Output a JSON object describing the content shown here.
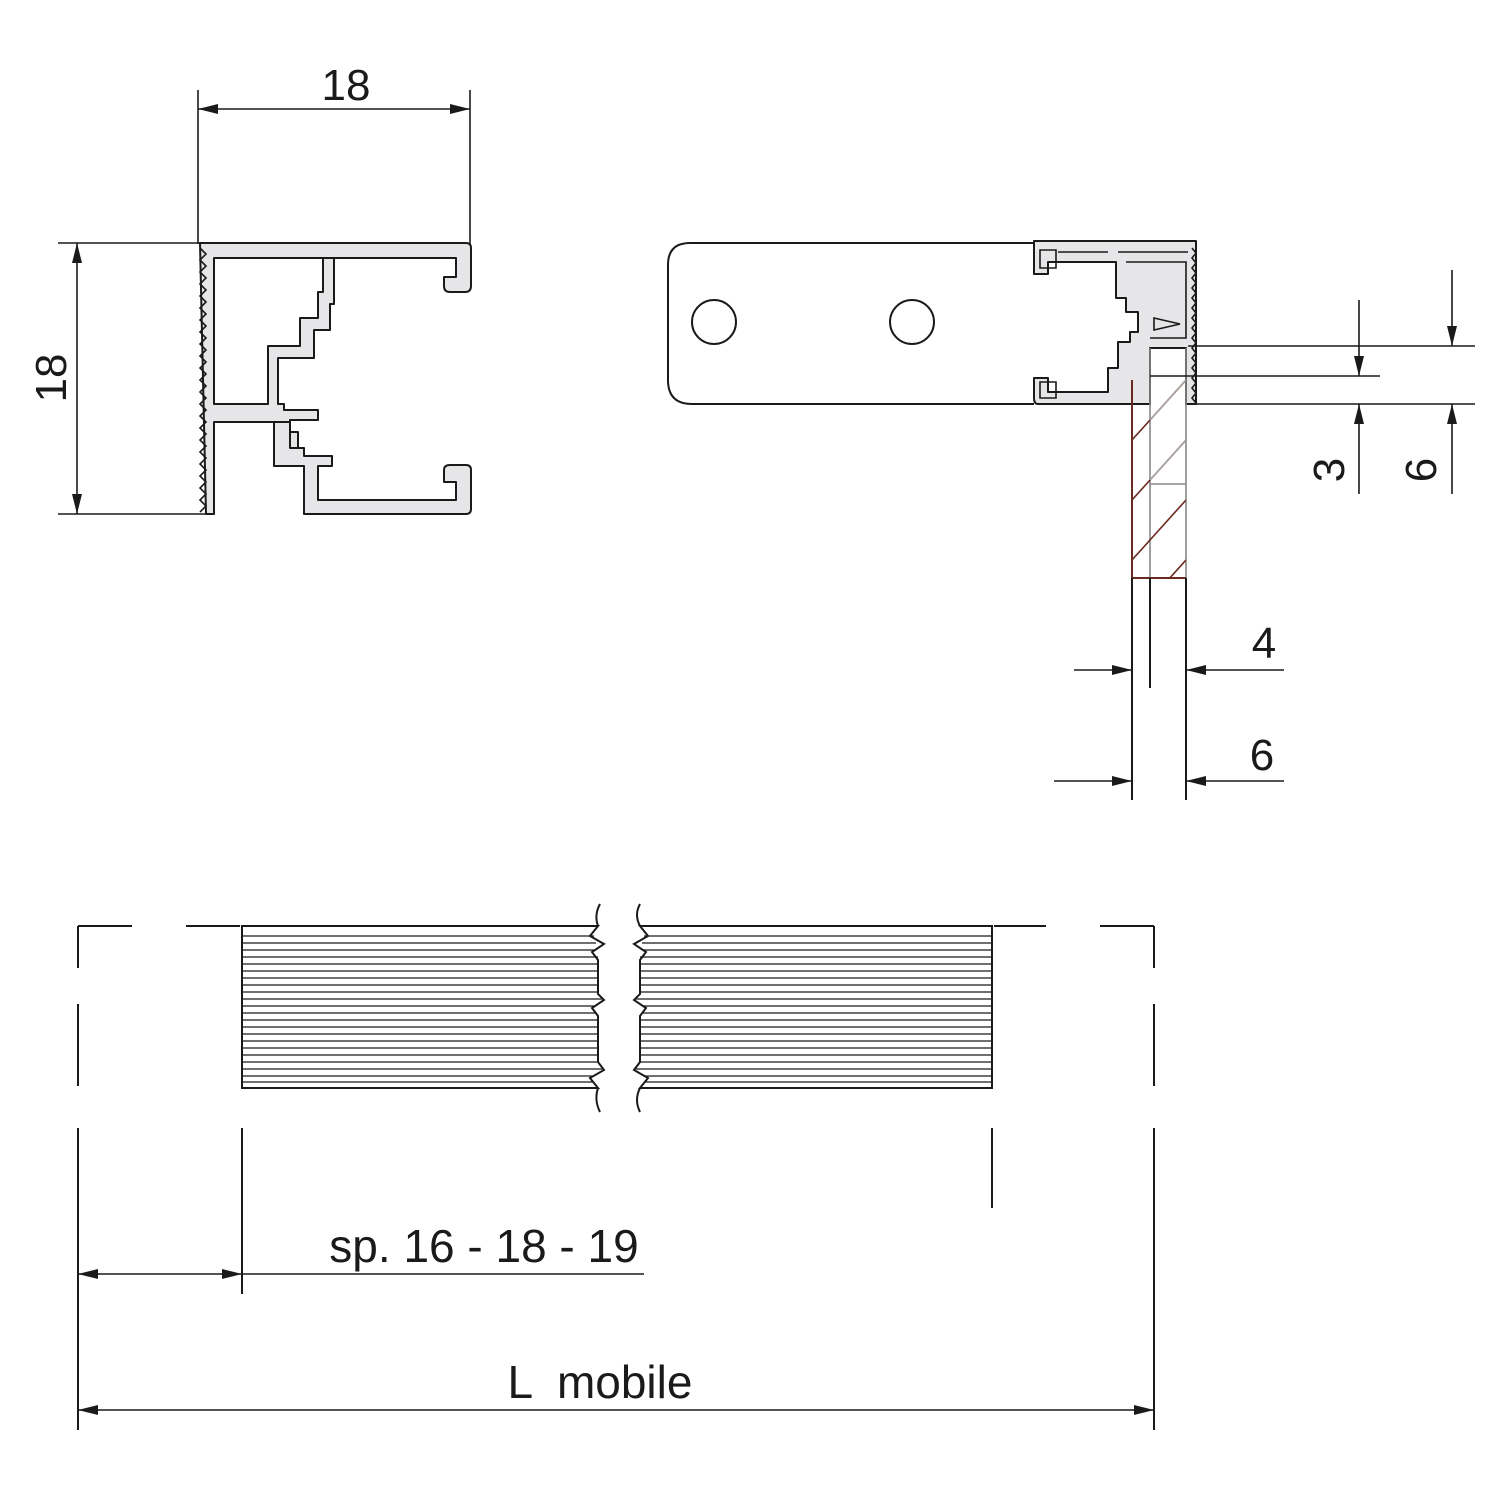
{
  "profile_section": {
    "width_dim": "18",
    "height_dim": "18"
  },
  "assembly_section": {
    "dim_3": "3",
    "dim_6_vertical": "6",
    "dim_4": "4",
    "dim_6_horizontal": "6"
  },
  "elevation": {
    "thickness_label": "sp. 16 - 18 - 19",
    "length_label": "L  mobile"
  }
}
